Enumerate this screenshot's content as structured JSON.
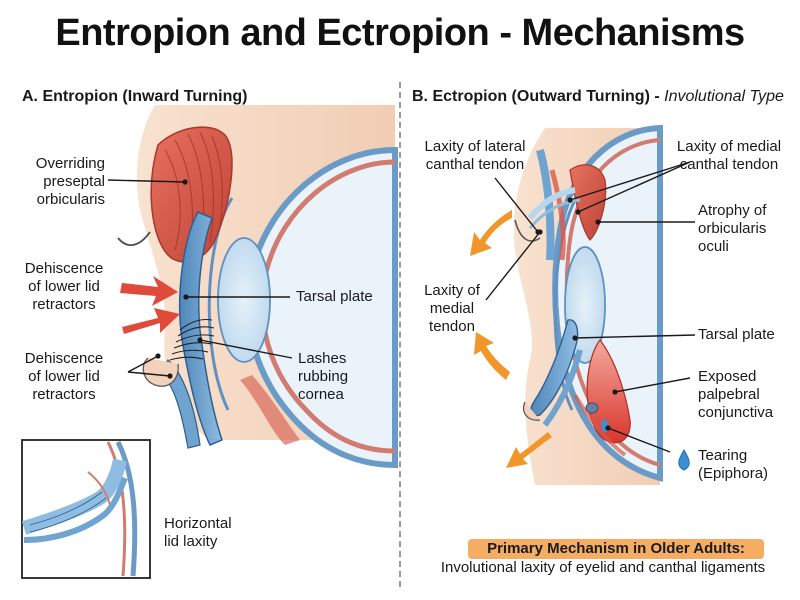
{
  "title": "Entropion and Ectropion - Mechanisms",
  "panel_a": {
    "heading": "A. Entropion (Inward Turning)",
    "labels": {
      "overriding": [
        "Overriding",
        "preseptal",
        "orbicularis"
      ],
      "dehiscence_upper": [
        "Dehiscence",
        "of lower lid",
        "retractors"
      ],
      "dehiscence_lower": [
        "Dehiscence",
        "of lower lid",
        "retractors"
      ],
      "tarsal_plate": "Tarsal plate",
      "lashes": [
        "Lashes",
        "rubbing",
        "cornea"
      ],
      "horizontal_laxity": [
        "Horizontal",
        "lid laxity"
      ]
    }
  },
  "panel_b": {
    "heading_main": "B. Ectropion (Outward Turning) -",
    "heading_sub": "Involutional Type",
    "labels": {
      "lateral_canthal": [
        "Laxity of lateral",
        "canthal tendon"
      ],
      "medial_canthal": [
        "Laxity of medial",
        "canthal tendon"
      ],
      "atrophy": [
        "Atrophy of",
        "orbicularis",
        "oculi"
      ],
      "medial_tendon": [
        "Laxity of",
        "medial",
        "tendon"
      ],
      "tarsal_plate": "Tarsal plate",
      "exposed": [
        "Exposed",
        "palpebral",
        "conjunctiva"
      ],
      "tearing": [
        "Tearing",
        "(Epiphora)"
      ]
    },
    "mechanism_title": "Primary Mechanism in Older Adults:",
    "mechanism_desc": "Involutional laxity of eyelid and canthal ligaments"
  },
  "colors": {
    "muscle": "#d95a4b",
    "muscle_dark": "#b33a2e",
    "tarsus": "#6fa3d0",
    "tarsus_dark": "#2f5f8f",
    "skin": "#f6dcc8",
    "eye_fill": "#e9f3fa",
    "lens": "#cfe3f1",
    "arrow_red": "#e04a3a",
    "arrow_orange": "#f0962a",
    "tear": "#3d8fd4",
    "highlight_box": "#f4ad63"
  }
}
